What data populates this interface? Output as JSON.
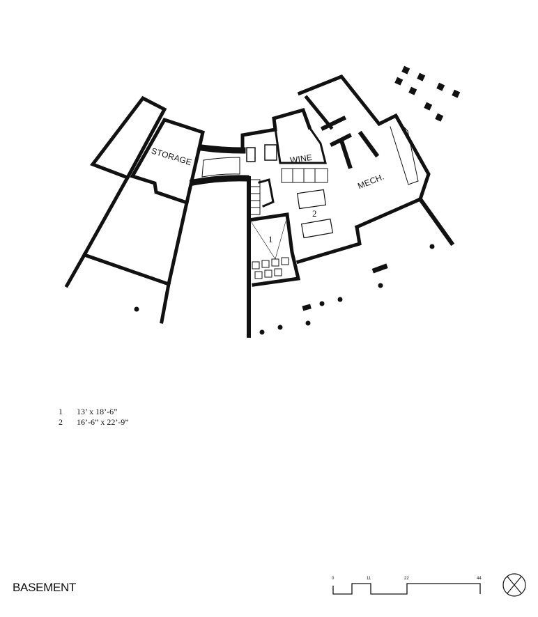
{
  "rooms": {
    "storage": "STORAGE",
    "wine": "WINE",
    "mech": "MECH.",
    "room1": "1",
    "room2": "2"
  },
  "legend": [
    {
      "num": "1",
      "dims": "13’ x 18’-6”"
    },
    {
      "num": "2",
      "dims": "16’-6” x 22’-9”"
    }
  ],
  "title": "BASEMENT",
  "scale": {
    "ticks": [
      "0",
      "11",
      "22",
      "44"
    ]
  },
  "icons": {
    "north": "north-arrow-icon"
  }
}
